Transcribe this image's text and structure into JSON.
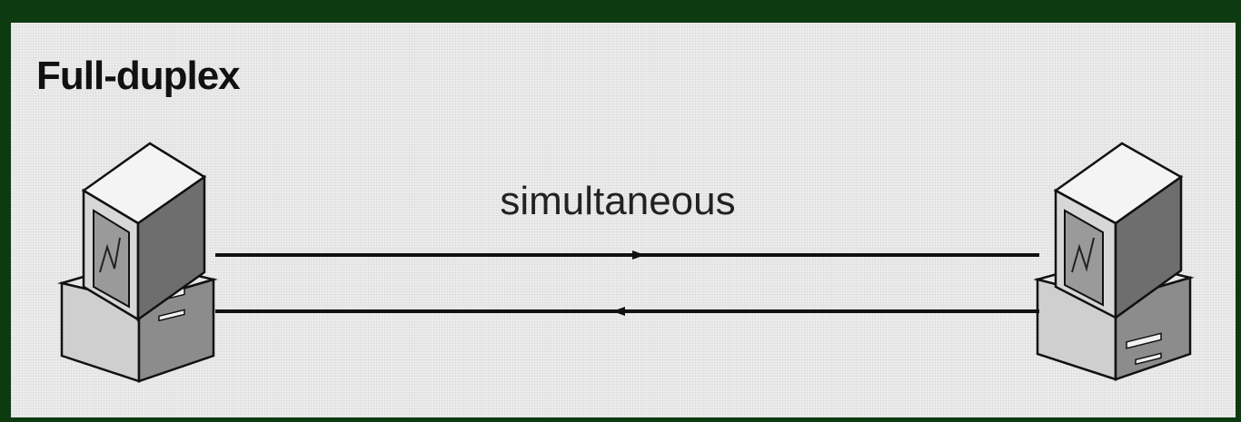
{
  "title": "Full-duplex",
  "link": {
    "label": "simultaneous",
    "channels": [
      "left-to-right",
      "right-to-left"
    ]
  },
  "nodes": [
    {
      "icon": "desktop-computer-icon",
      "side": "left"
    },
    {
      "icon": "desktop-computer-icon",
      "side": "right"
    }
  ],
  "colors": {
    "border": "#0e3a12",
    "background": "#ececec",
    "line": "#111111",
    "text": "#111111"
  }
}
